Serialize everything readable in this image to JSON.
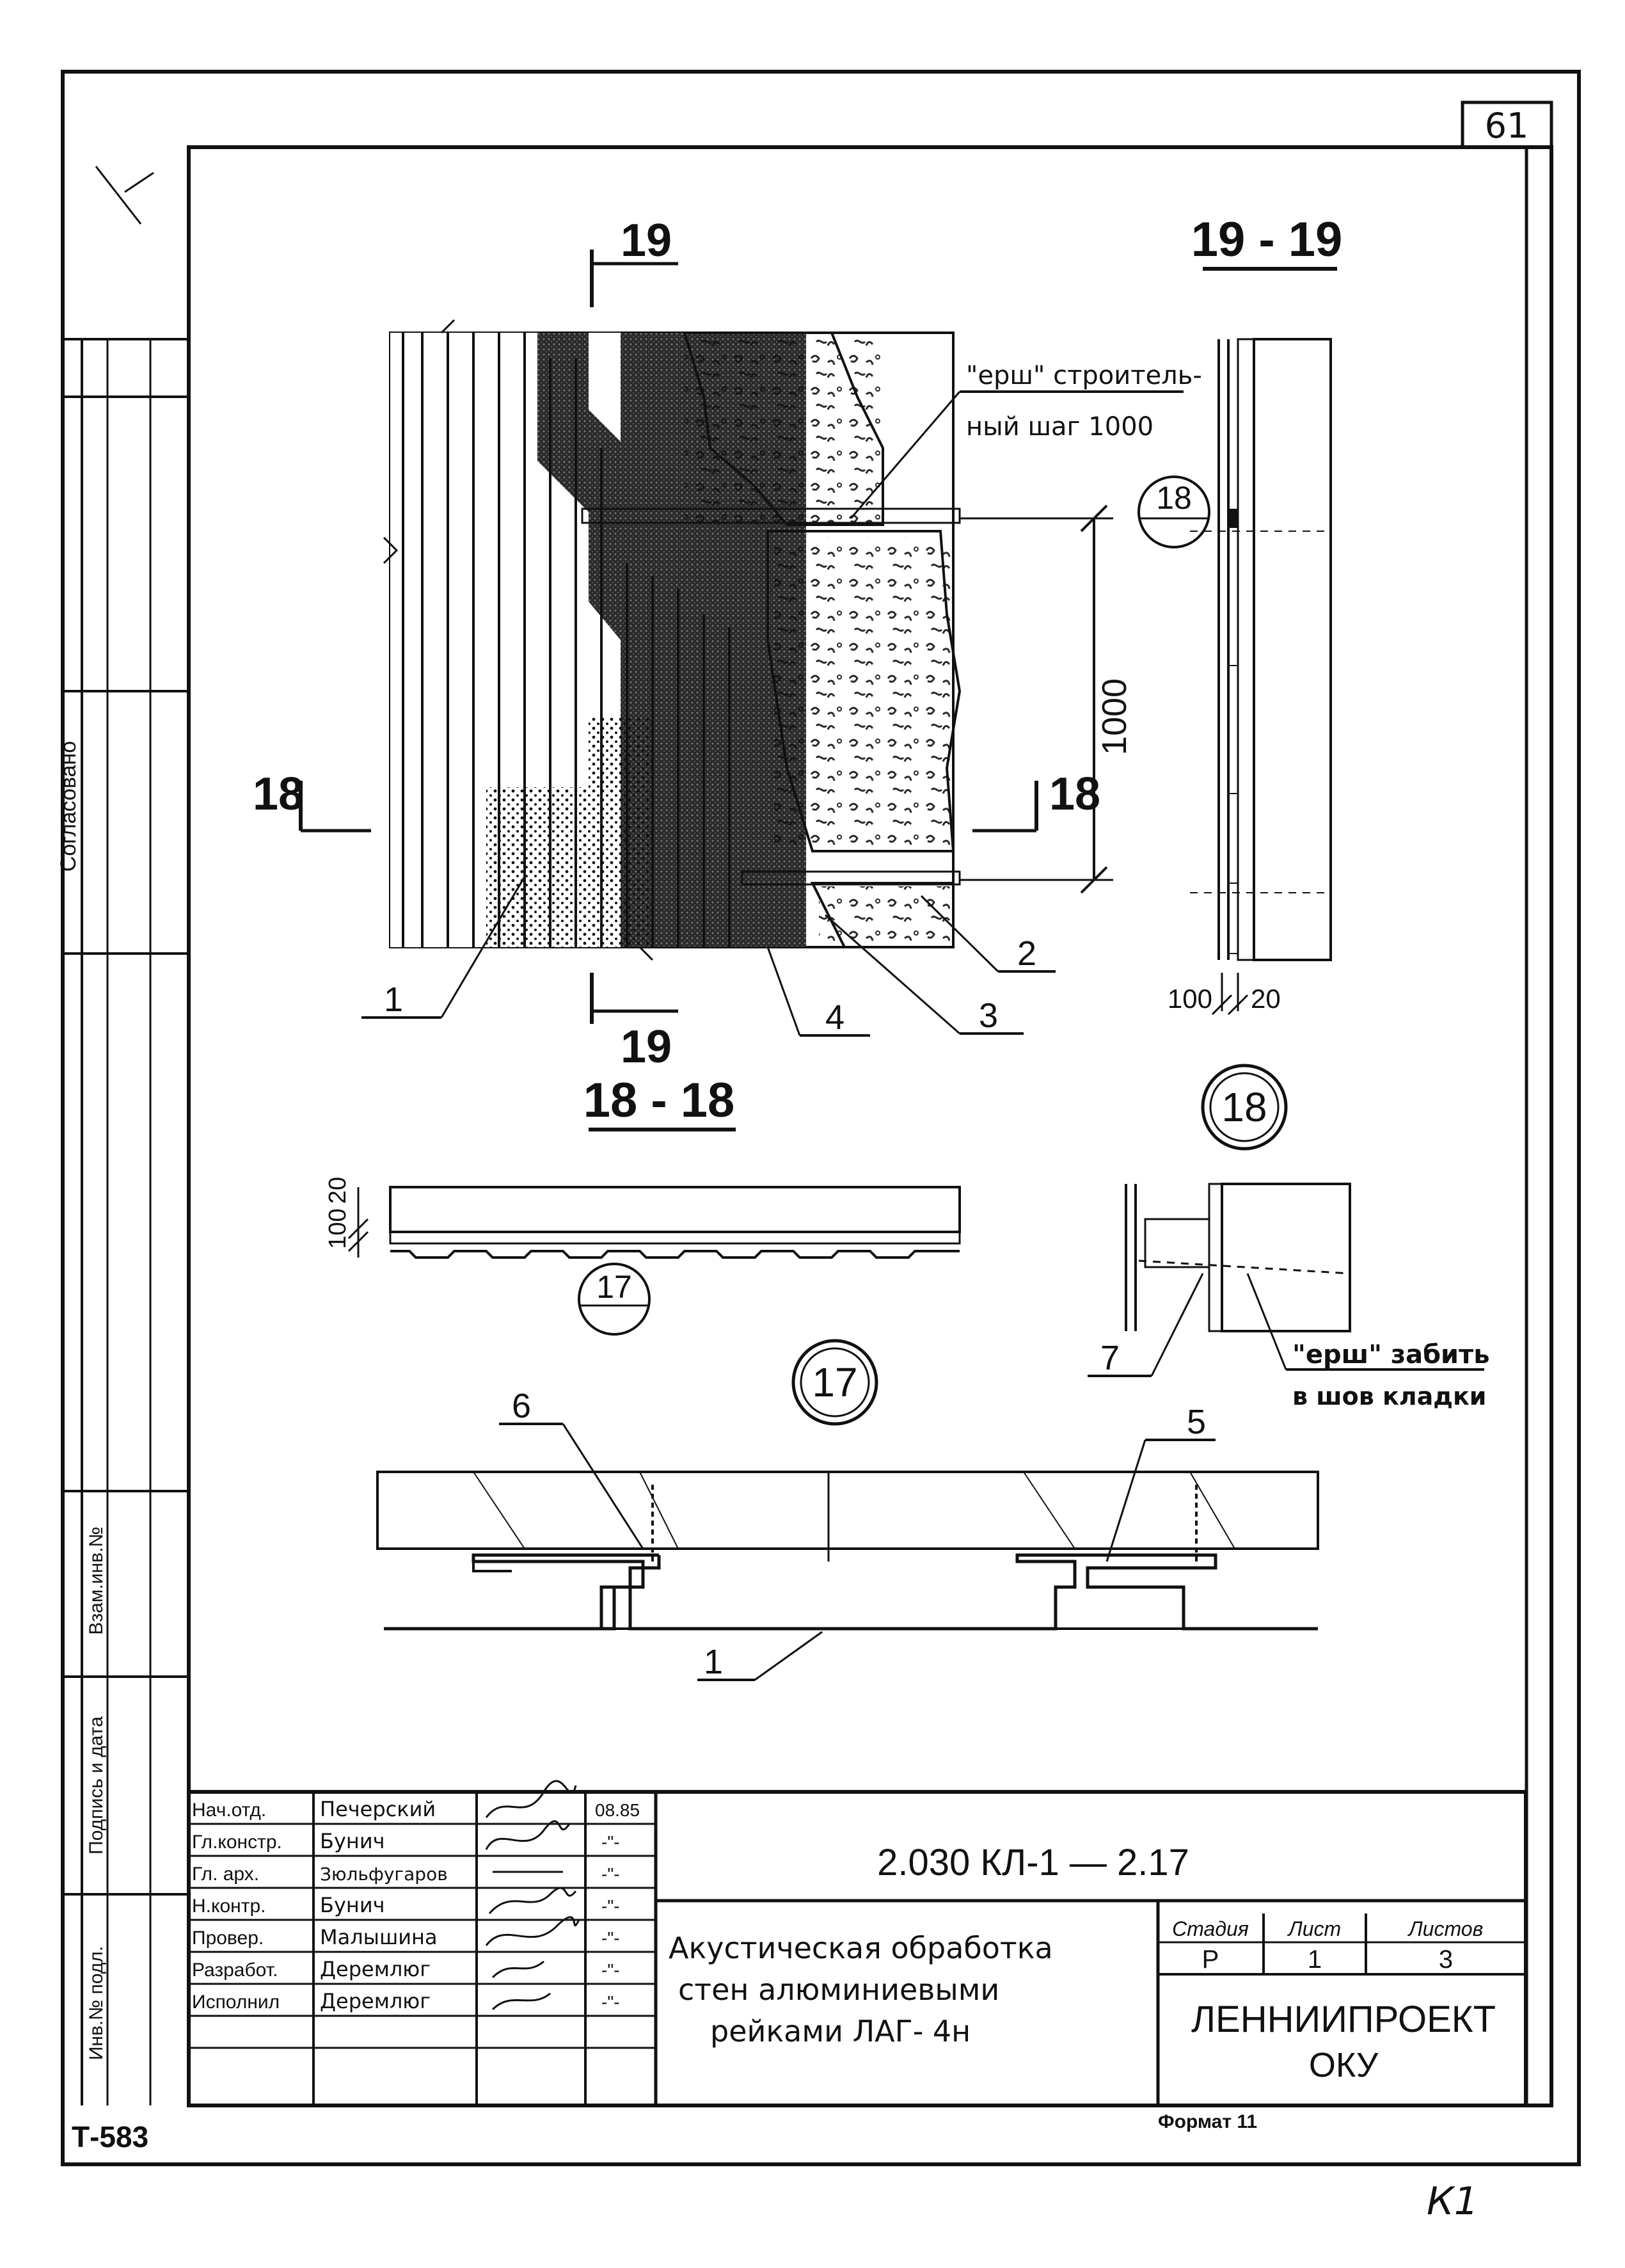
{
  "sheet_number": "61",
  "sheet_mark": "К1",
  "archive_number": "Т-583",
  "format_label": "Формат 11",
  "side_labels": [
    "Согласовано",
    "Взам.инв.№",
    "Подпись и дата",
    "Инв.№ подл."
  ],
  "sections": {
    "elevation_mark_top": "19",
    "elevation_mark_bottom": "19",
    "elevation_mark_left": "18",
    "elevation_mark_right": "18",
    "section_19_title": "19 - 19",
    "section_18_title": "18 - 18",
    "callout_18": "18",
    "callout_17": "17",
    "detail_18_title": "18",
    "detail_17_title": "17"
  },
  "notes": {
    "ersh_line1": "\"ерш\" строитель-",
    "ersh_line2": "ный шаг 1000",
    "ersh_drive_line1": "\"ерш\" забить",
    "ersh_drive_line2": "в шов кладки"
  },
  "dimensions": {
    "vertical_1000": "1000",
    "section19_a": "100",
    "section19_b": "20",
    "section18_a": "100",
    "section18_b": "20"
  },
  "leaders": [
    "1",
    "2",
    "3",
    "4",
    "5",
    "6",
    "7",
    "1"
  ],
  "title_block": {
    "drawing_code": "2.030 КЛ-1 — 2.17",
    "title_line1": "Акустическая обработка",
    "title_line2": "стен алюминиевыми",
    "title_line3": "рейками ЛАГ- 4н",
    "org_line1": "ЛЕННИИПРОЕКТ",
    "org_line2": "ОКУ",
    "stage_header": "Стадия",
    "sheet_header": "Лист",
    "sheets_header": "Листов",
    "stage_value": "Р",
    "sheet_value": "1",
    "sheets_value": "3",
    "signatures": [
      {
        "role": "Нач.отд.",
        "name": "Печерский",
        "date": "08.85"
      },
      {
        "role": "Гл.констр.",
        "name": "Бунич",
        "date": "-\"-"
      },
      {
        "role": "Гл. арх.",
        "name": "Зюльфугаров",
        "date": "-\"-"
      },
      {
        "role": "Н.контр.",
        "name": "Бунич",
        "date": "-\"-"
      },
      {
        "role": "Провер.",
        "name": "Малышина",
        "date": "-\"-"
      },
      {
        "role": "Разработ.",
        "name": "Деремлюг",
        "date": "-\"-"
      },
      {
        "role": "Исполнил",
        "name": "Деремлюг",
        "date": "-\"-"
      }
    ]
  }
}
